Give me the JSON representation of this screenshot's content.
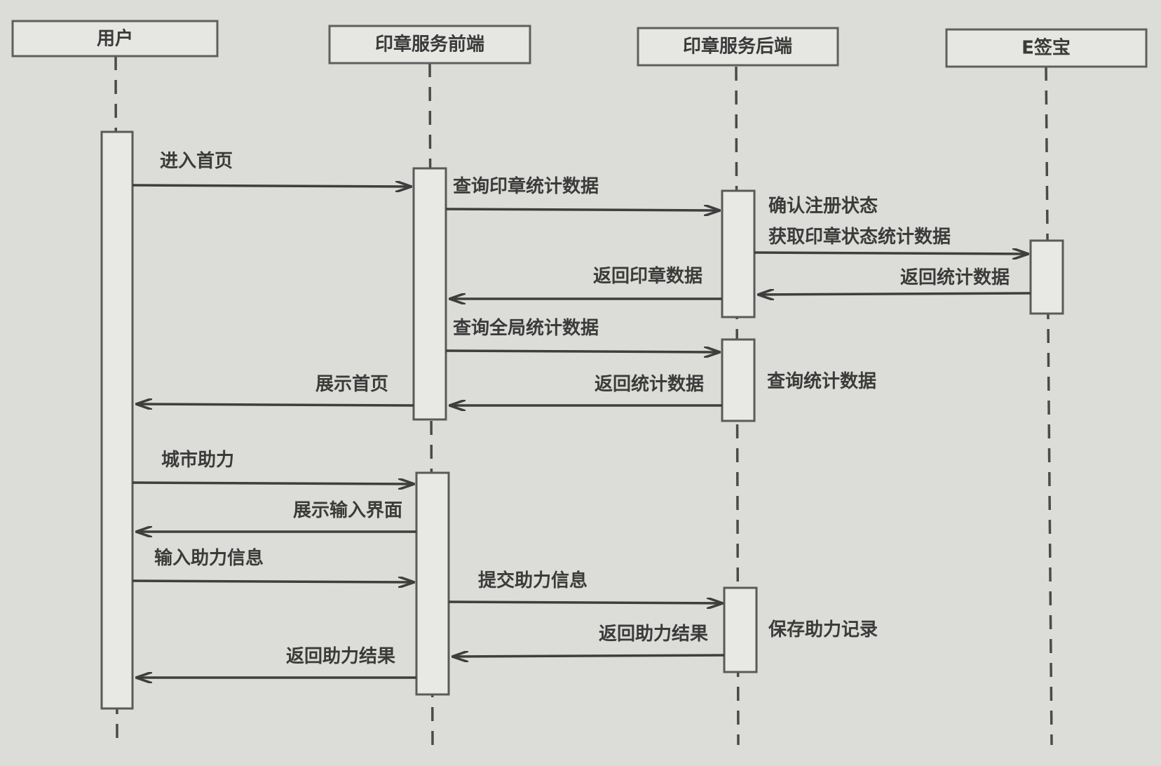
{
  "participants": [
    {
      "id": "user",
      "label": "用户"
    },
    {
      "id": "frontend",
      "label": "印章服务前端"
    },
    {
      "id": "backend",
      "label": "印章服务后端"
    },
    {
      "id": "esign",
      "label": "E签宝"
    }
  ],
  "messages": [
    {
      "label": "进入首页",
      "from": "user",
      "to": "frontend"
    },
    {
      "label": "查询印章统计数据",
      "from": "frontend",
      "to": "backend"
    },
    {
      "label": "获取印章状态统计数据",
      "from": "backend",
      "to": "esign"
    },
    {
      "label": "返回统计数据",
      "from": "esign",
      "to": "backend"
    },
    {
      "label": "返回印章数据",
      "from": "backend",
      "to": "frontend"
    },
    {
      "label": "查询全局统计数据",
      "from": "frontend",
      "to": "backend"
    },
    {
      "label": "返回统计数据",
      "from": "backend",
      "to": "frontend"
    },
    {
      "label": "展示首页",
      "from": "frontend",
      "to": "user"
    },
    {
      "label": "城市助力",
      "from": "user",
      "to": "frontend"
    },
    {
      "label": "展示输入界面",
      "from": "frontend",
      "to": "user"
    },
    {
      "label": "输入助力信息",
      "from": "user",
      "to": "frontend"
    },
    {
      "label": "提交助力信息",
      "from": "frontend",
      "to": "backend"
    },
    {
      "label": "返回助力结果",
      "from": "backend",
      "to": "frontend"
    },
    {
      "label": "返回助力结果",
      "from": "frontend",
      "to": "user"
    }
  ],
  "notes": [
    {
      "label": "确认注册状态",
      "participant": "backend"
    },
    {
      "label": "查询统计数据",
      "participant": "backend"
    },
    {
      "label": "保存助力记录",
      "participant": "backend"
    }
  ]
}
